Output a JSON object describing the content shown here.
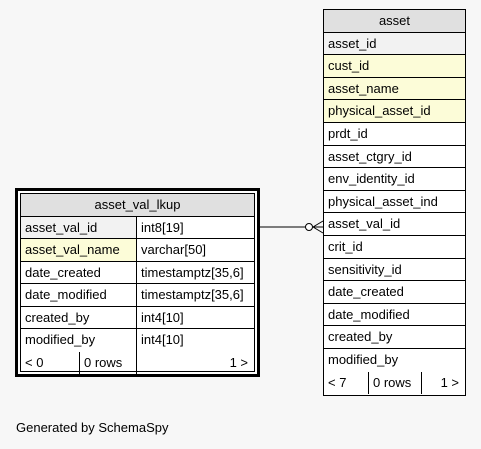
{
  "asset_table": {
    "title": "asset",
    "columns": [
      {
        "name": "asset_id",
        "kind": "pk"
      },
      {
        "name": "cust_id",
        "kind": "idx"
      },
      {
        "name": "asset_name",
        "kind": "idx"
      },
      {
        "name": "physical_asset_id",
        "kind": "idx"
      },
      {
        "name": "prdt_id",
        "kind": ""
      },
      {
        "name": "asset_ctgry_id",
        "kind": ""
      },
      {
        "name": "env_identity_id",
        "kind": ""
      },
      {
        "name": "physical_asset_ind",
        "kind": ""
      },
      {
        "name": "asset_val_id",
        "kind": ""
      },
      {
        "name": "crit_id",
        "kind": ""
      },
      {
        "name": "sensitivity_id",
        "kind": ""
      },
      {
        "name": "date_created",
        "kind": ""
      },
      {
        "name": "date_modified",
        "kind": ""
      },
      {
        "name": "created_by",
        "kind": ""
      },
      {
        "name": "modified_by",
        "kind": ""
      }
    ],
    "footer": {
      "parents": "< 7",
      "rows": "0 rows",
      "children": "1 >"
    }
  },
  "lkup_table": {
    "title": "asset_val_lkup",
    "columns": [
      {
        "name": "asset_val_id",
        "type": "int8[19]",
        "kind": "pk"
      },
      {
        "name": "asset_val_name",
        "type": "varchar[50]",
        "kind": "idx"
      },
      {
        "name": "date_created",
        "type": "timestamptz[35,6]",
        "kind": ""
      },
      {
        "name": "date_modified",
        "type": "timestamptz[35,6]",
        "kind": ""
      },
      {
        "name": "created_by",
        "type": "int4[10]",
        "kind": ""
      },
      {
        "name": "modified_by",
        "type": "int4[10]",
        "kind": ""
      }
    ],
    "footer": {
      "parents": "< 0",
      "rows": "0 rows",
      "children": "1 >"
    }
  },
  "footer_text": "Generated by SchemaSpy"
}
